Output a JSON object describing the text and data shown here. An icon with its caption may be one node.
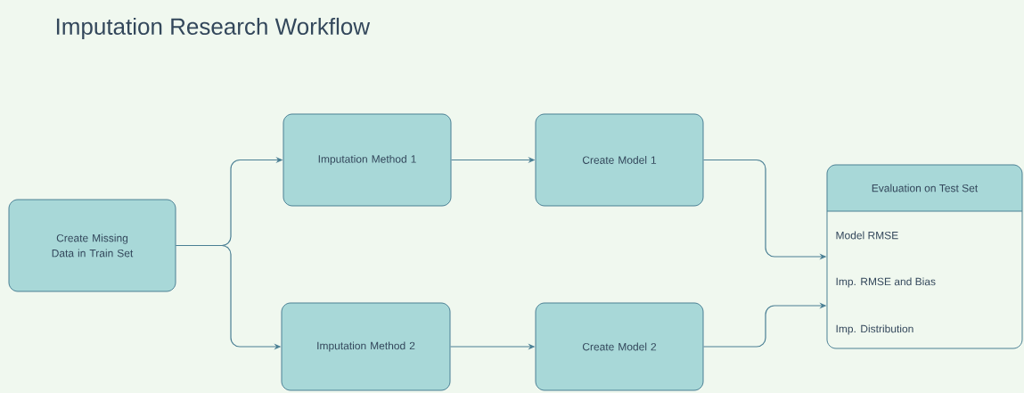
{
  "diagram": {
    "title": "Imputation Research Workflow",
    "nodes": [
      {
        "text": [
          "Create Missing Data in Train Set"
        ]
      },
      {
        "text": [
          "Imputation Method 1"
        ]
      },
      {
        "text": [
          "Create Model 1"
        ]
      },
      {
        "text": [
          "Evaluation on Test Set",
          "Model RMSE",
          "Imp. RMSE and Bias",
          "Imp. Distribution"
        ]
      },
      {
        "text": [
          "Imputation Method 2"
        ]
      },
      {
        "text": [
          "Create Model 2"
        ]
      }
    ],
    "edges": [
      {
        "from": 0,
        "to": 1,
        "arrow": "to"
      },
      {
        "from": 0,
        "to": 4,
        "arrow": "to"
      },
      {
        "from": 1,
        "to": 2,
        "arrow": "to"
      },
      {
        "from": 4,
        "to": 5,
        "arrow": "to"
      },
      {
        "from": 2,
        "to": 3,
        "arrow": "to"
      },
      {
        "from": 5,
        "to": 3,
        "arrow": "to"
      }
    ]
  }
}
